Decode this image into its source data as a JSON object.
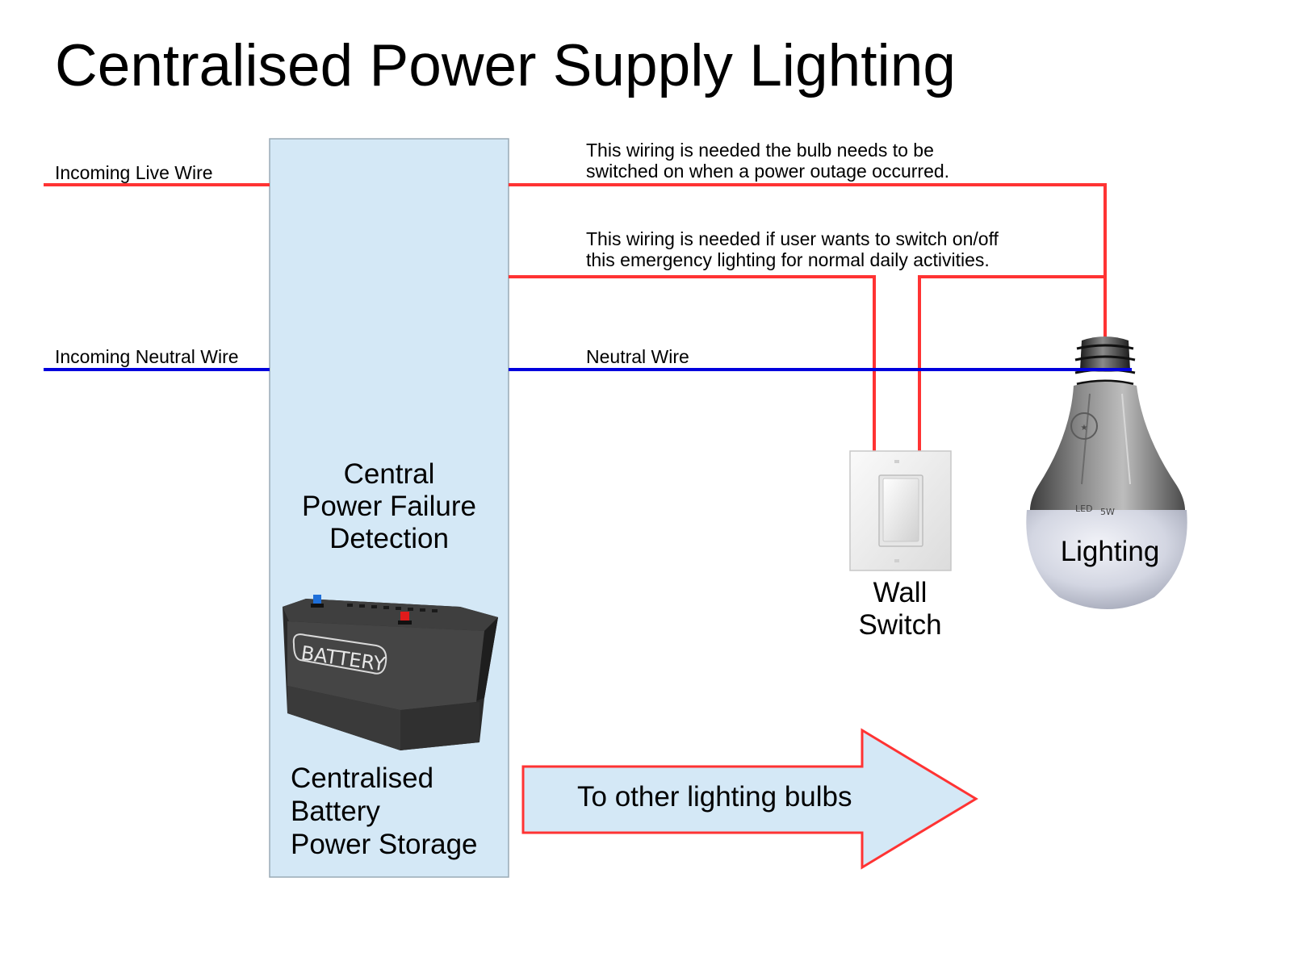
{
  "title": "Centralised Power Supply Lighting",
  "colors": {
    "live_wire": "#ff3333",
    "neutral_wire": "#0000dd",
    "central_box_fill": "#d4e8f6",
    "central_box_border": "#9aaab5",
    "arrow_fill": "#d4e8f6",
    "arrow_border": "#ff3333"
  },
  "labels": {
    "incoming_live": "Incoming Live Wire",
    "incoming_neutral": "Incoming Neutral Wire",
    "neutral_wire": "Neutral Wire"
  },
  "notes": {
    "outage_line1": "This wiring is needed the bulb needs to be",
    "outage_line2": "switched on when a power outage occurred.",
    "switch_line1": "This wiring is needed if user wants to switch on/off",
    "switch_line2": "this emergency lighting for normal daily activities."
  },
  "central_unit": {
    "line1": "Central",
    "line2": "Power Failure",
    "line3": "Detection"
  },
  "battery": {
    "caption_line1": "Centralised",
    "caption_line2": "Battery",
    "caption_line3": "Power Storage",
    "logo_text": "BATTERY"
  },
  "wall_switch": {
    "line1": "Wall",
    "line2": "Switch"
  },
  "bulb": {
    "label": "Lighting",
    "print_line1": "LED",
    "print_line2": "5W"
  },
  "arrow": {
    "label": "To other lighting bulbs"
  },
  "icons": [
    "battery-icon",
    "wall-switch-icon",
    "light-bulb-icon",
    "arrow-right-icon"
  ]
}
